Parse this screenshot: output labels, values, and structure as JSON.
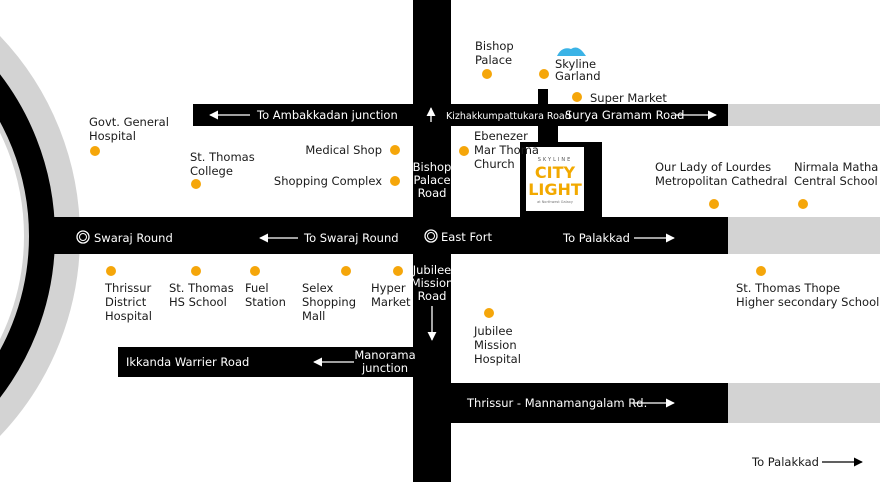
{
  "colors": {
    "road": "#000000",
    "road_ext": "#d3d3d3",
    "poi": "#f5a60a",
    "cloud": "#3bb3e6",
    "logo_accent": "#f2a900"
  },
  "roads": {
    "ambakkadan": "To Ambakkadan junction",
    "kizhakkumpattukara": "Kizhakkumpattukara Road",
    "surya_gramam": "Surya Gramam Road",
    "bishop_palace_road": [
      "Bishop",
      "Palace",
      "Road"
    ],
    "jubilee_road": [
      "Jubilee",
      "Mission",
      "Road"
    ],
    "to_swaraj": "To  Swaraj Round",
    "to_palakkad_mid": "To  Palakkad",
    "ikkanda": "Ikkanda Warrier Road",
    "manorama": [
      "Manorama",
      "junction"
    ],
    "mannamangalam": "Thrissur - Mannamangalam Rd.",
    "to_palakkad_bottom": "To  Palakkad"
  },
  "junctions": {
    "swaraj_round": "Swaraj Round",
    "east_fort": "East Fort"
  },
  "logo": {
    "brand": "SKYLINE",
    "name_1": "CITY",
    "name_2": "LIGHT",
    "tagline": "at Northwest Galaxy"
  },
  "pois": {
    "govt_hospital": [
      "Govt. General",
      "Hospital"
    ],
    "st_thomas_college": [
      "St. Thomas",
      "College"
    ],
    "medical_shop": "Medical Shop",
    "shopping_complex": "Shopping Complex",
    "bishop_palace": [
      "Bishop",
      "Palace"
    ],
    "skyline_garland": [
      "Skyline",
      "Garland"
    ],
    "super_market": "Super Market",
    "ebenezer": [
      "Ebenezer",
      "Mar Thoma",
      "Church"
    ],
    "lourdes": [
      "Our Lady of Lourdes",
      "Metropolitan Cathedral"
    ],
    "nirmala": [
      "Nirmala Matha",
      "Central School"
    ],
    "district_hospital": [
      "Thrissur",
      "District",
      "Hospital"
    ],
    "hs_school": [
      "St. Thomas",
      "HS School"
    ],
    "fuel_station": [
      "Fuel",
      "Station"
    ],
    "selex": [
      "Selex",
      "Shopping",
      "Mall"
    ],
    "hyper_market": [
      "Hyper",
      "Market"
    ],
    "jubilee_hospital": [
      "Jubilee",
      "Mission",
      "Hospital"
    ],
    "thope_school": [
      "St. Thomas Thope",
      "Higher secondary School"
    ]
  }
}
